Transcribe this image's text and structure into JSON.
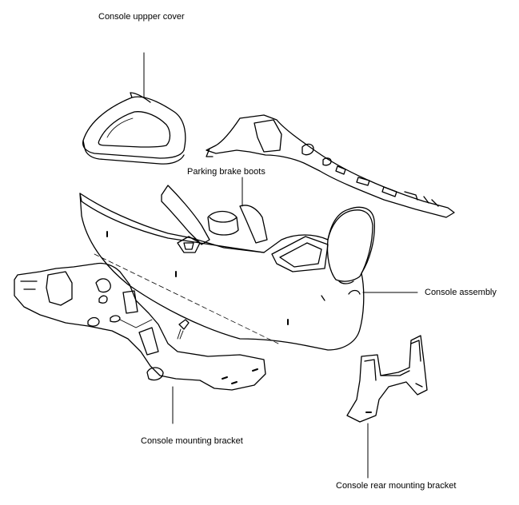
{
  "diagram": {
    "labels": {
      "upper_cover": "Console uppper cover",
      "parking_brake_boots": "Parking brake boots",
      "console_assembly": "Console assembly",
      "mounting_bracket": "Console mounting bracket",
      "rear_mounting_bracket": "Console rear mounting bracket"
    },
    "colors": {
      "line": "#000000",
      "background": "#ffffff"
    }
  }
}
